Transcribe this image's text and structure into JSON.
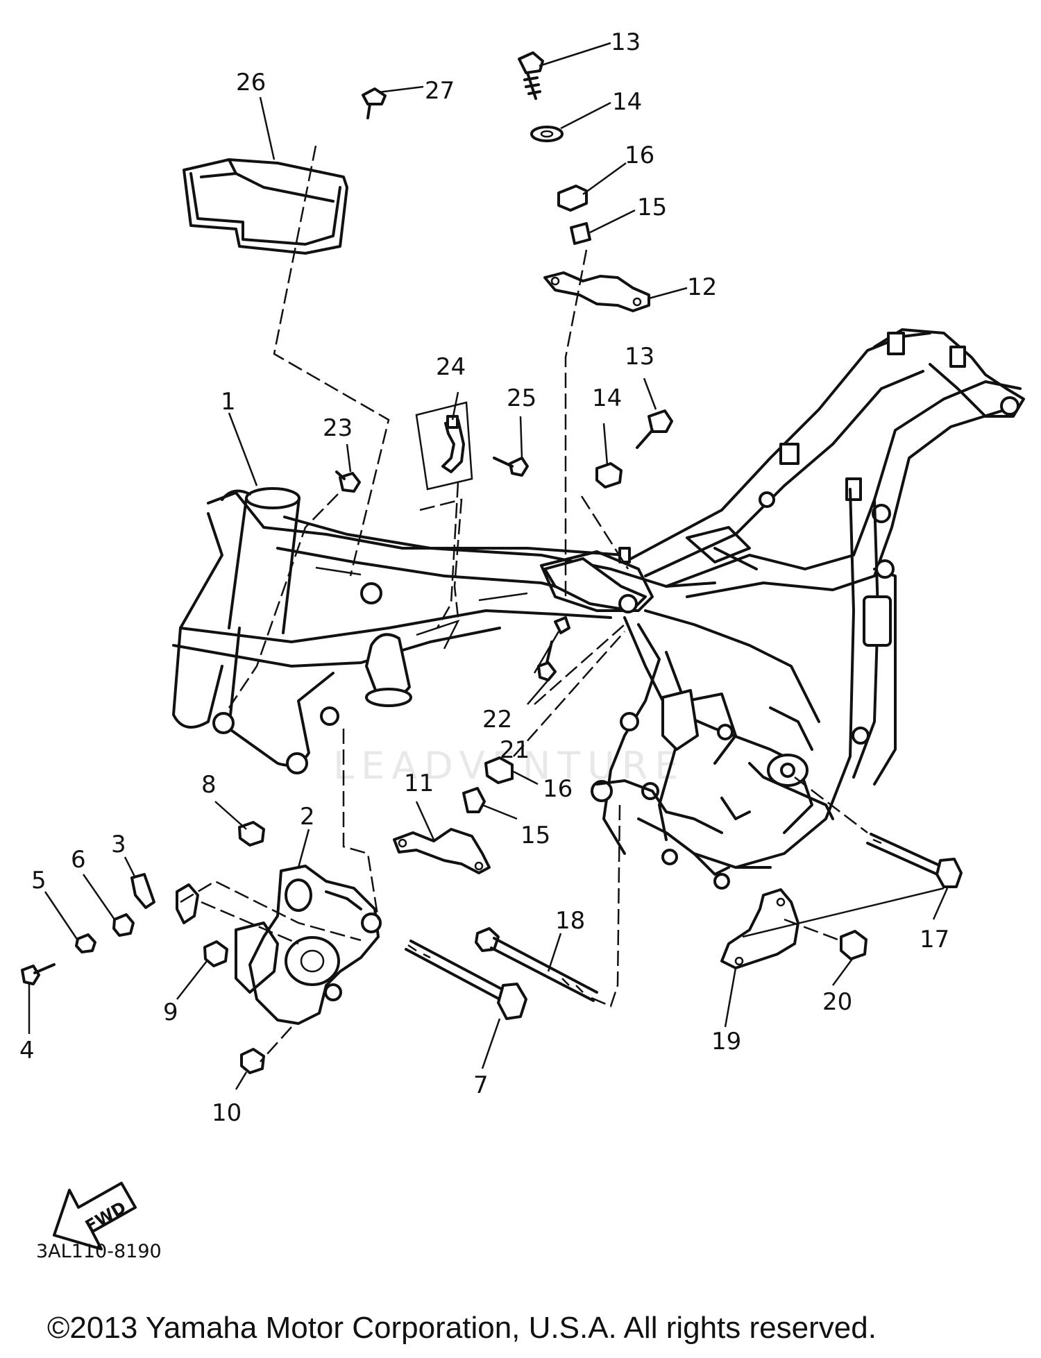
{
  "diagram": {
    "watermark": "LEADVENTURE",
    "part_code": "3AL110-8190",
    "copyright": "©2013 Yamaha Motor Corporation, U.S.A. All rights reserved.",
    "fwd_label": "FWD",
    "callouts": [
      {
        "id": "c1",
        "label": "1"
      },
      {
        "id": "c2",
        "label": "2"
      },
      {
        "id": "c3",
        "label": "3"
      },
      {
        "id": "c4",
        "label": "4"
      },
      {
        "id": "c5",
        "label": "5"
      },
      {
        "id": "c6",
        "label": "6"
      },
      {
        "id": "c7",
        "label": "7"
      },
      {
        "id": "c8",
        "label": "8"
      },
      {
        "id": "c9",
        "label": "9"
      },
      {
        "id": "c10",
        "label": "10"
      },
      {
        "id": "c11",
        "label": "11"
      },
      {
        "id": "c12",
        "label": "12"
      },
      {
        "id": "c13a",
        "label": "13"
      },
      {
        "id": "c13b",
        "label": "13"
      },
      {
        "id": "c14a",
        "label": "14"
      },
      {
        "id": "c14b",
        "label": "14"
      },
      {
        "id": "c15a",
        "label": "15"
      },
      {
        "id": "c15b",
        "label": "15"
      },
      {
        "id": "c16a",
        "label": "16"
      },
      {
        "id": "c16b",
        "label": "16"
      },
      {
        "id": "c17",
        "label": "17"
      },
      {
        "id": "c18",
        "label": "18"
      },
      {
        "id": "c19",
        "label": "19"
      },
      {
        "id": "c20",
        "label": "20"
      },
      {
        "id": "c21",
        "label": "21"
      },
      {
        "id": "c22",
        "label": "22"
      },
      {
        "id": "c23",
        "label": "23"
      },
      {
        "id": "c24",
        "label": "24"
      },
      {
        "id": "c25",
        "label": "25"
      },
      {
        "id": "c26",
        "label": "26"
      },
      {
        "id": "c27",
        "label": "27"
      }
    ]
  }
}
